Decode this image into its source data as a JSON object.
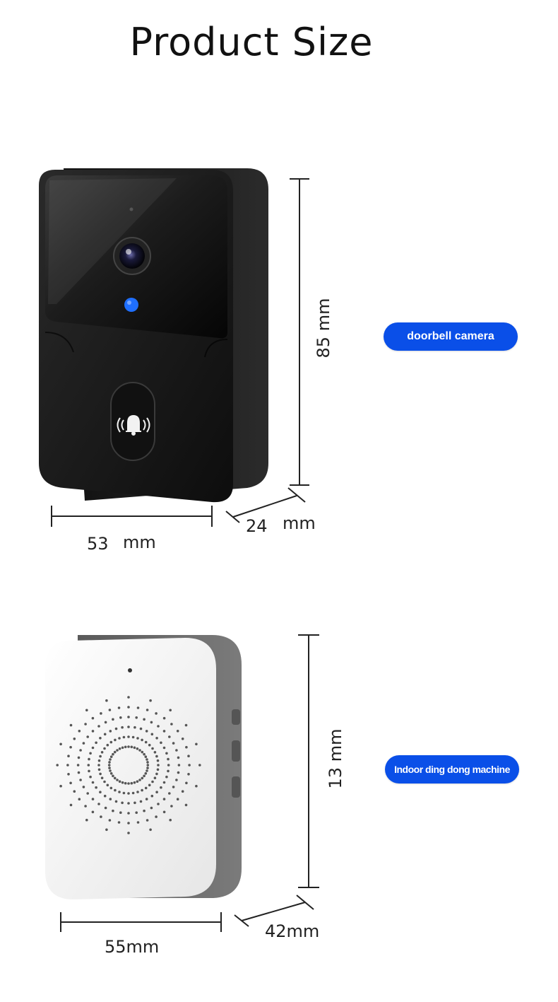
{
  "page": {
    "title": "Product Size"
  },
  "doorbell": {
    "label": "doorbell camera",
    "height": "85 mm",
    "depth_value": "24",
    "depth_unit": "mm",
    "width_value": "53",
    "width_unit": "mm",
    "body_color": "#1a1a1a",
    "led_color": "#1f6fff"
  },
  "chime": {
    "label": "Indoor ding dong machine",
    "height": "13 mm",
    "depth": "42mm",
    "width": "55mm",
    "face_color": "#f2f2f2",
    "side_color": "#6f6f6f"
  },
  "colors": {
    "accent": "#0a4fe8"
  }
}
